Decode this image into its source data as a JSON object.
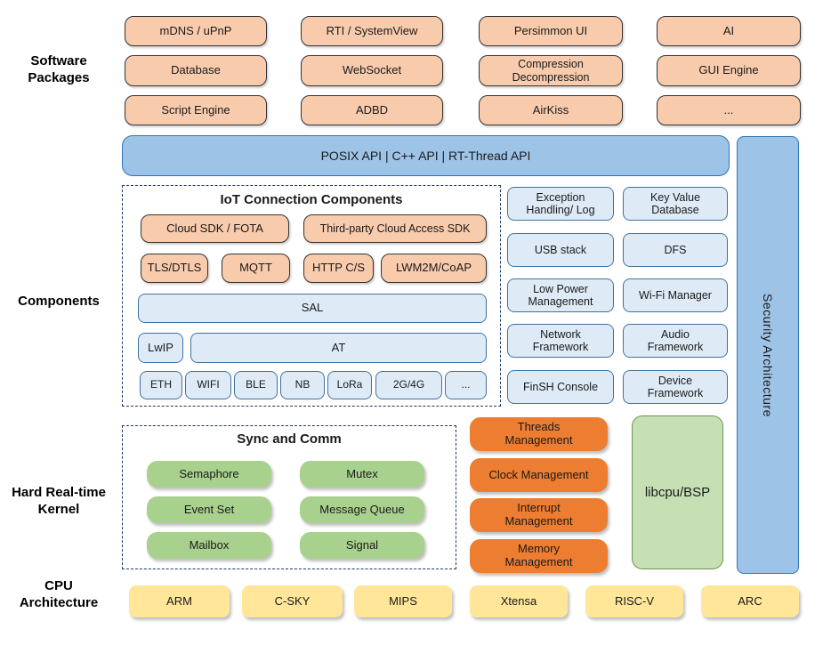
{
  "colors": {
    "package_fill": "#F8CBAD",
    "api_bar_fill": "#9DC3E6",
    "api_bar_border": "#2E75B6",
    "component_fill": "#DEEBF7",
    "kernel_green_fill": "#A9D18E",
    "libcpu_fill": "#C6E0B4",
    "management_orange_fill": "#ED7D31",
    "cpu_yellow_fill": "#FFE699",
    "dashed_border": "#1F3864"
  },
  "side_labels": {
    "software_packages": "Software\nPackages",
    "components": "Components",
    "kernel": "Hard Real-time\nKernel",
    "cpu": "CPU\nArchitecture"
  },
  "software_packages": {
    "items": [
      "mDNS / uPnP",
      "RTI / SystemView",
      "Persimmon UI",
      "AI",
      "Database",
      "WebSocket",
      "Compression\nDecompression",
      "GUI Engine",
      "Script Engine",
      "ADBD",
      "AirKiss",
      "..."
    ]
  },
  "api_bar": {
    "label": "POSIX API | C++ API | RT-Thread API"
  },
  "security_bar": {
    "label": "Security Architecture"
  },
  "iot": {
    "title": "IoT Connection Components",
    "cloud_sdk": "Cloud SDK / FOTA",
    "third_party": "Third-party Cloud Access SDK",
    "tls": "TLS/DTLS",
    "mqtt": "MQTT",
    "http": "HTTP C/S",
    "lwm2m": "LWM2M/CoAP",
    "sal": "SAL",
    "lwip": "LwIP",
    "at": "AT",
    "links": [
      "ETH",
      "WIFI",
      "BLE",
      "NB",
      "LoRa",
      "2G/4G",
      "..."
    ]
  },
  "component_boxes": [
    "Exception\nHandling/ Log",
    "Key Value\nDatabase",
    "USB stack",
    "DFS",
    "Low Power\nManagement",
    "Wi-Fi Manager",
    "Network\nFramework",
    "Audio\nFramework",
    "FinSH Console",
    "Device\nFramework"
  ],
  "kernel": {
    "sync_title": "Sync and Comm",
    "sync_items": [
      "Semaphore",
      "Mutex",
      "Event Set",
      "Message Queue",
      "Mailbox",
      "Signal"
    ],
    "mgmt_items": [
      "Threads\nManagement",
      "Clock Management",
      "Interrupt\nManagement",
      "Memory\nManagement"
    ],
    "libcpu": "libcpu/BSP"
  },
  "cpu_archs": [
    "ARM",
    "C-SKY",
    "MIPS",
    "Xtensa",
    "RISC-V",
    "ARC"
  ]
}
